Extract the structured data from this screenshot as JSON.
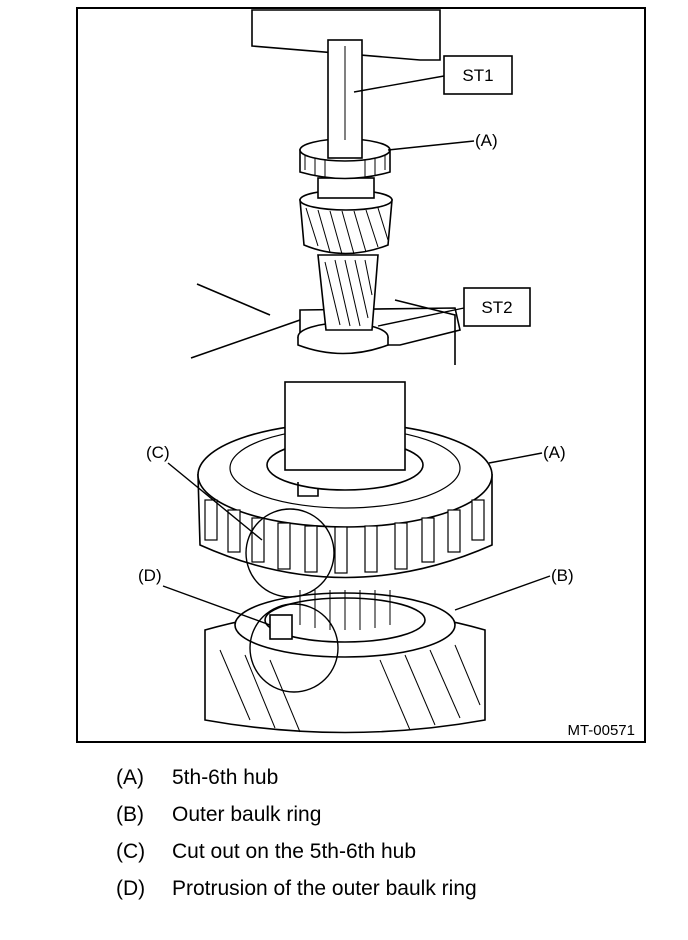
{
  "figure": {
    "code": "MT-00571",
    "tools": {
      "st1": "ST1",
      "st2": "ST2"
    },
    "callouts": {
      "a_top": "(A)",
      "a_lower": "(A)",
      "b": "(B)",
      "c": "(C)",
      "d": "(D)"
    }
  },
  "legend": [
    {
      "key": "(A)",
      "text": "5th-6th hub"
    },
    {
      "key": "(B)",
      "text": "Outer baulk ring"
    },
    {
      "key": "(C)",
      "text": "Cut out on the 5th-6th hub"
    },
    {
      "key": "(D)",
      "text": "Protrusion of the outer baulk ring"
    }
  ]
}
